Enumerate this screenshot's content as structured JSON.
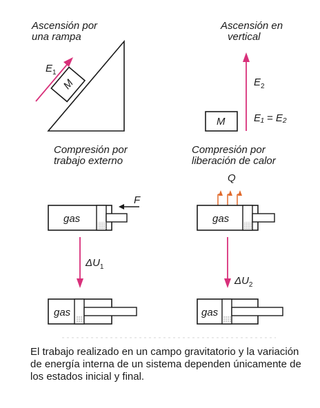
{
  "panels": {
    "ramp": {
      "title_line1": "Ascensión por",
      "title_line2": "una rampa",
      "energy_label": "E",
      "energy_sub": "1",
      "mass_label": "M"
    },
    "vertical": {
      "title_line1": "Ascensión en",
      "title_line2": "vertical",
      "energy_label": "E",
      "energy_sub": "2",
      "mass_label": "M",
      "equality": "E₁ = E₂"
    },
    "work": {
      "title_line1": "Compresión por",
      "title_line2": "trabajo externo",
      "force_label": "F",
      "gas_label": "gas",
      "delta_label": "ΔU",
      "delta_sub": "1"
    },
    "heat": {
      "title_line1": "Compresión por",
      "title_line2": "liberación de calor",
      "heat_label": "Q",
      "gas_label": "gas",
      "delta_label": "ΔU",
      "delta_sub": "2"
    }
  },
  "caption": "El trabajo realizado en un campo gravitatorio y la variación de energía interna de un sistema dependen únicamente de los estados inicial y final.",
  "colors": {
    "arrow": "#d8307a",
    "heat_arrow": "#e06a2c",
    "ink": "#1a1a1a"
  }
}
